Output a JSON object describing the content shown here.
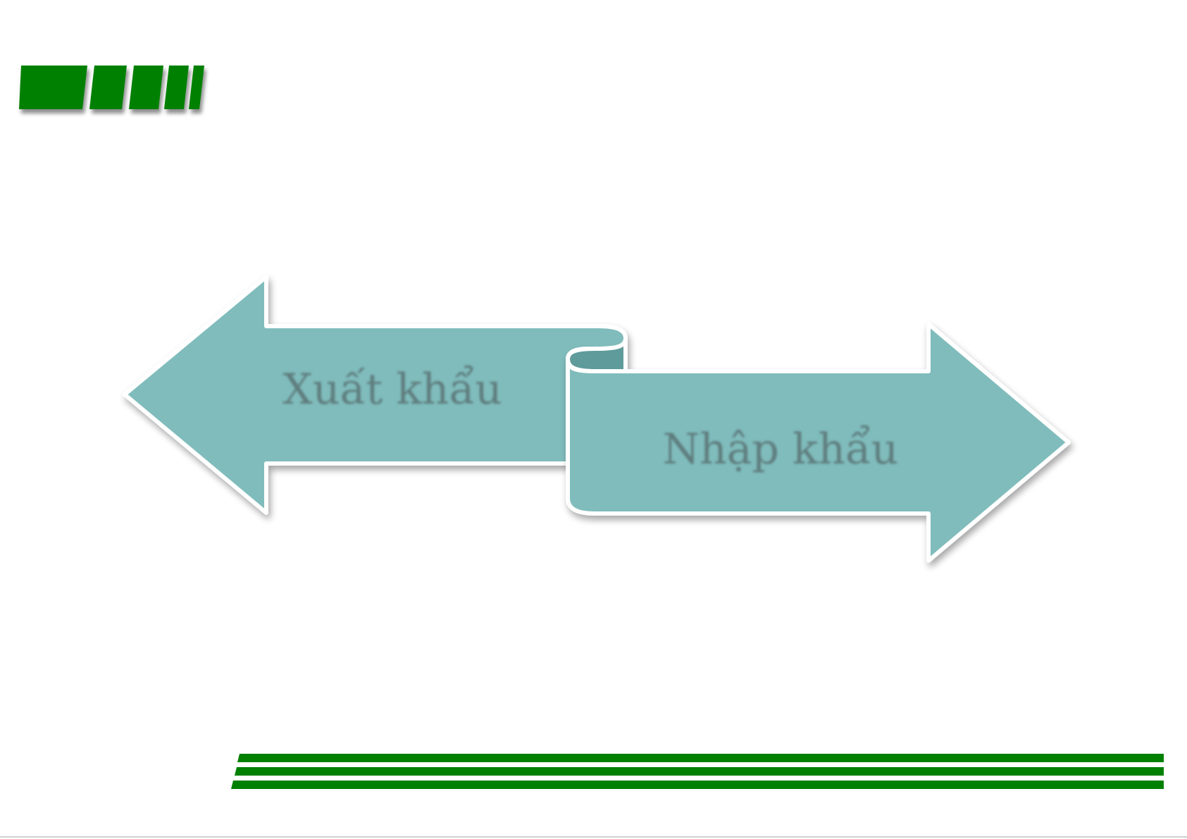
{
  "slide": {
    "accent_color": "#008000",
    "arrow_fill": "#80bcbc",
    "arrow_fold_fill": "#5f9b9b",
    "arrow_stroke": "#ffffff",
    "label_color": "#5f7d7e",
    "logo_block": {
      "icon": "green-slanted-bars-logo",
      "bar_count": 5
    },
    "footer_stripes": {
      "icon": "green-stripes-decoration",
      "stripe_count": 3
    }
  },
  "diagram": {
    "export_label": "Xuất khẩu",
    "import_label": "Nhập khẩu"
  }
}
